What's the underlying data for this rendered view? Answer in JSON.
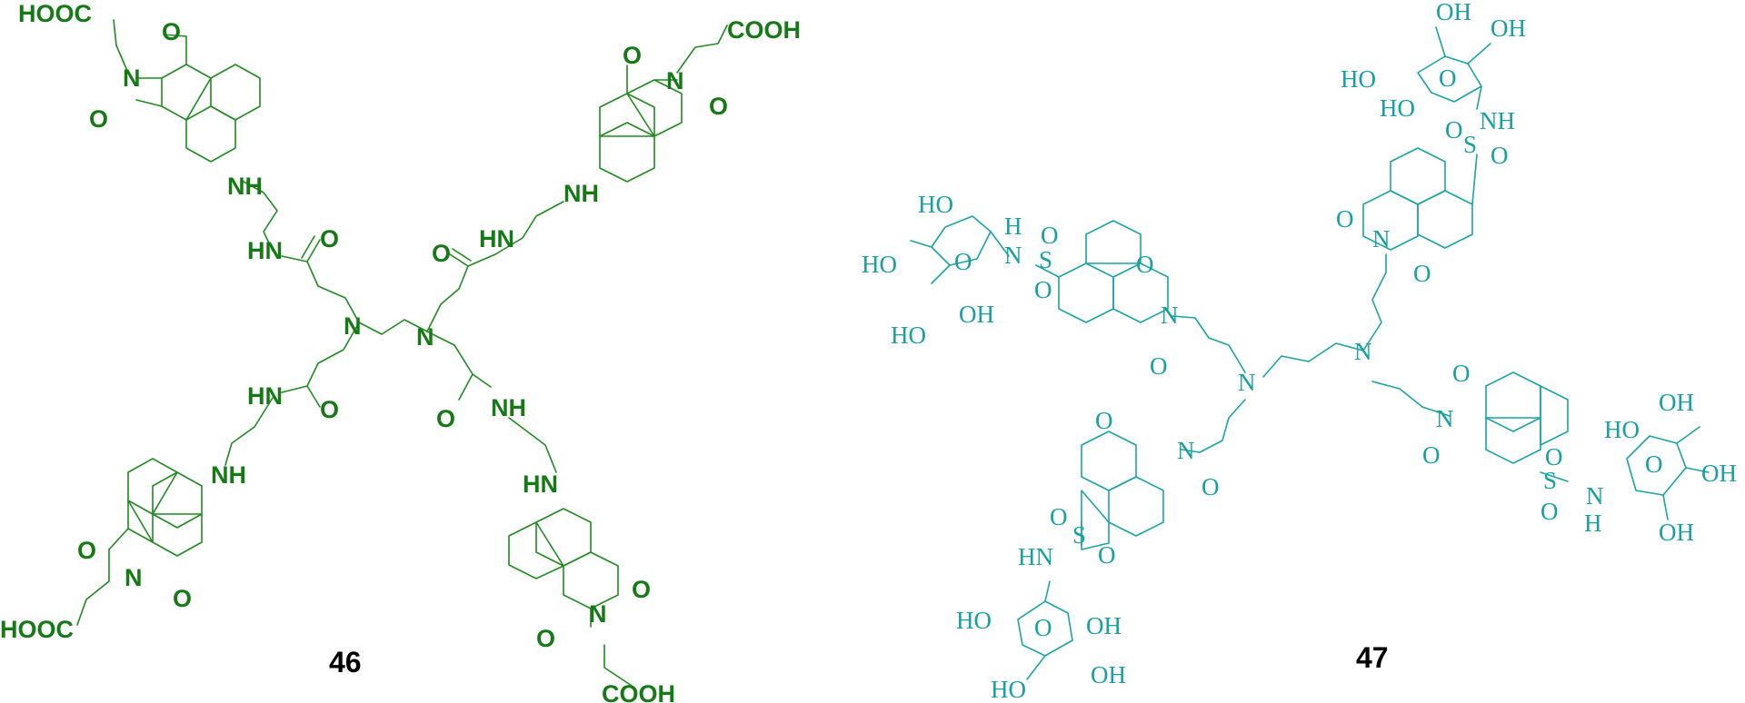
{
  "compound_46": {
    "caption": "46",
    "color": "#157a15",
    "labels": {
      "HOOC": "HOOC",
      "COOH": "COOH",
      "N": "N",
      "O": "O",
      "NH": "NH",
      "HN": "HN"
    }
  },
  "compound_47": {
    "caption": "47",
    "color": "#18a0a0",
    "labels": {
      "OH": "OH",
      "HO": "HO",
      "O": "O",
      "N": "N",
      "NH": "NH",
      "HN": "HN",
      "H": "H",
      "S": "S"
    }
  }
}
